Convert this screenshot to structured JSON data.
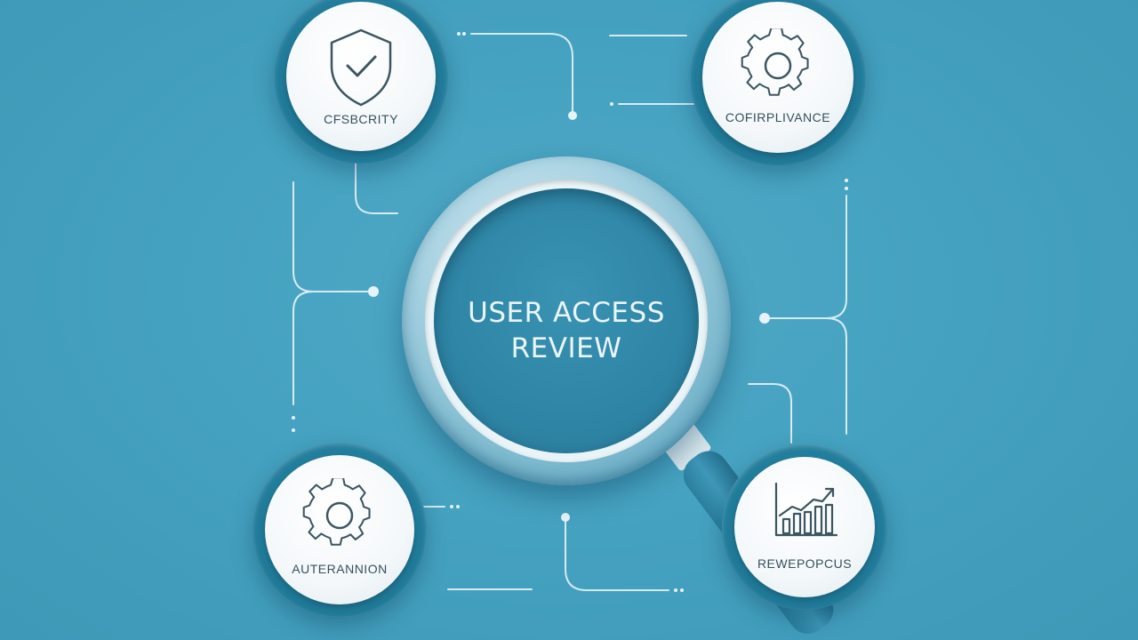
{
  "center": {
    "title_line1": "USER ACCESS",
    "title_line2": "REVIEW"
  },
  "nodes": {
    "security": {
      "label": "CFSBCRITY",
      "icon": "shield-check-icon"
    },
    "compliance": {
      "label": "COFIRPLIVANCE",
      "icon": "gear-icon"
    },
    "automation": {
      "label": "AUTERANNION",
      "icon": "gear-icon"
    },
    "reporting": {
      "label": "REWEPOPCUS",
      "icon": "bar-chart-icon"
    }
  },
  "colors": {
    "background": "#45a2c0",
    "node_ring": "#1f7a99",
    "node_face": "#f4f8fa",
    "line": "#e6f3f8",
    "icon_stroke": "#3c5661",
    "center_text": "#e9f5f9"
  }
}
